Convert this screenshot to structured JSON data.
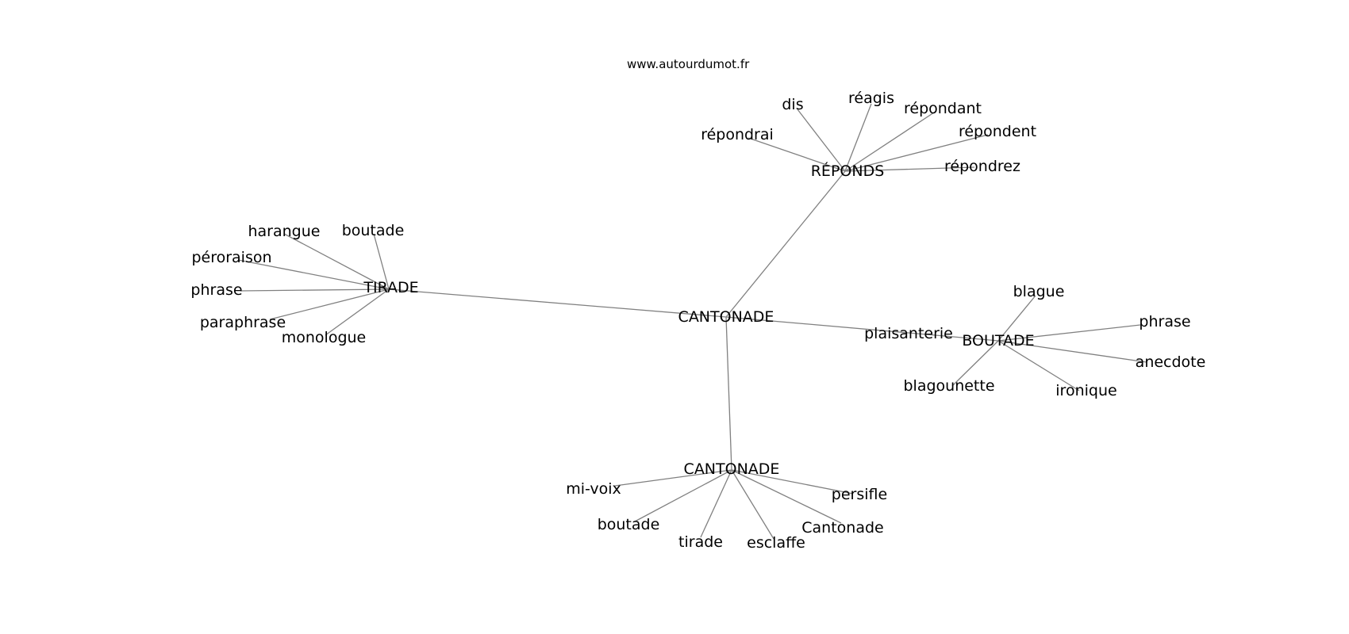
{
  "site_label": "www.autourdumot.fr",
  "nodes": {
    "center": "CANTONADE",
    "reponds": "RÉPONDS",
    "tirade": "TIRADE",
    "boutade_hub": "BOUTADE",
    "plaisanterie": "plaisanterie",
    "cantonade2": "CANTONADE",
    "dis": "dis",
    "reagis": "réagis",
    "repondant": "répondant",
    "repondent": "répondent",
    "repondrez": "répondrez",
    "repondrai": "répondrai",
    "harangue": "harangue",
    "boutade_t": "boutade",
    "peroraison": "péroraison",
    "phrase_t": "phrase",
    "paraphrase": "paraphrase",
    "monologue": "monologue",
    "blague": "blague",
    "phrase_b": "phrase",
    "anecdote": "anecdote",
    "ironique": "ironique",
    "blagounette": "blagounette",
    "mivoix": "mi-voix",
    "boutade_c": "boutade",
    "tirade_c": "tirade",
    "esclaffe": "esclaffe",
    "cantonade_c": "Cantonade",
    "persifle": "persifle"
  }
}
